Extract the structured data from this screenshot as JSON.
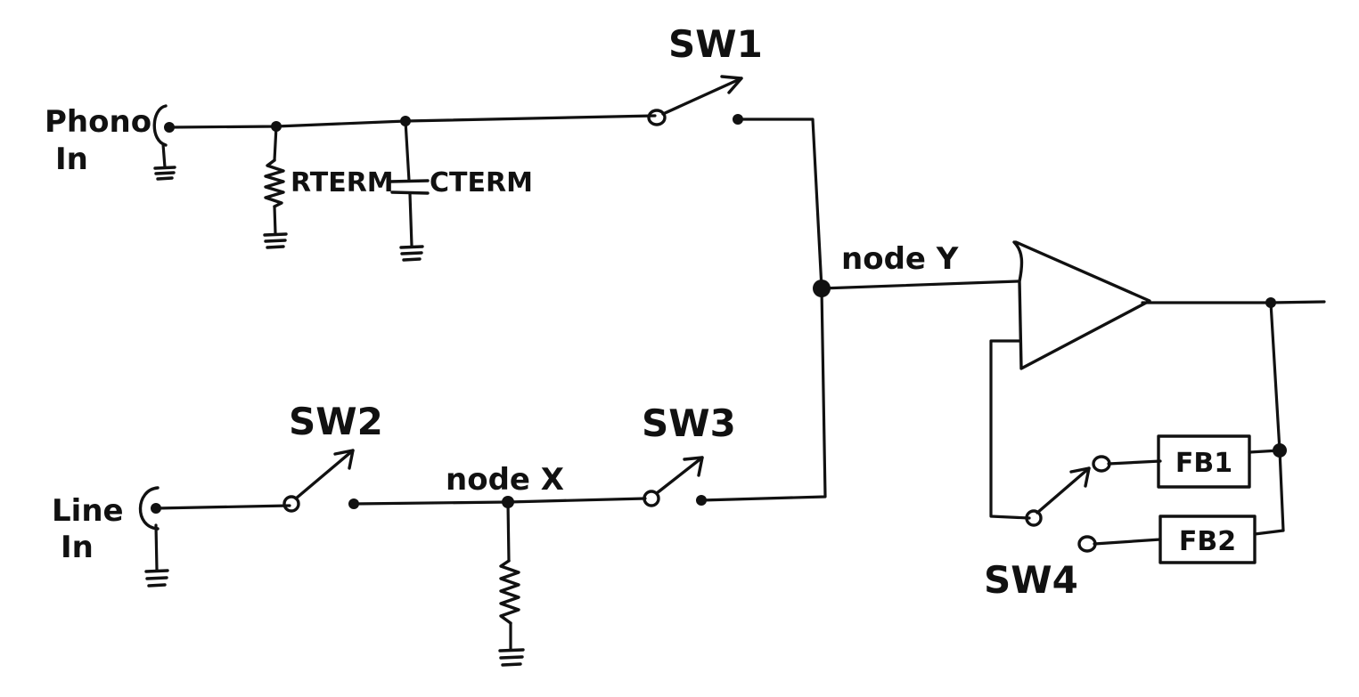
{
  "labels": {
    "phono_in_line1": "Phono",
    "phono_in_line2": "In",
    "line_in_line1": "Line",
    "line_in_line2": "In",
    "r_term": "RTERM",
    "c_term": "CTERM",
    "sw1": "SW1",
    "sw2": "SW2",
    "sw3": "SW3",
    "sw4": "SW4",
    "node_x": "node X",
    "node_y": "node Y",
    "fb1": "FB1",
    "fb2": "FB2"
  },
  "colors": {
    "ink": "#111111",
    "paper": "#ffffff"
  }
}
